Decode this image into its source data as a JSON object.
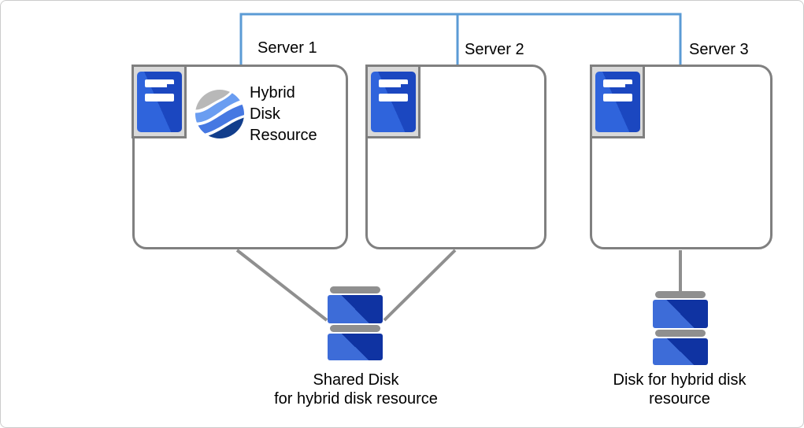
{
  "title": "Hybrid disk resource cluster diagram",
  "colors": {
    "interconnect_blue": "#5b9bd5",
    "box_border_gray": "#808080",
    "connector_gray": "#8f8f8f",
    "server_blue_light": "#2f64dc",
    "server_blue_dark": "#1b47c0",
    "disk_blue_light": "#3d6cd8",
    "disk_blue_dark": "#0f33a2",
    "hybrid_icon_gray": "#b8b8b8",
    "hybrid_icon_light_blue": "#6a9df1",
    "hybrid_icon_mid_blue": "#4678e2",
    "hybrid_icon_navy": "#123e8c"
  },
  "interconnect": {
    "connects": [
      "Server 1",
      "Server 2",
      "Server 3"
    ]
  },
  "servers": [
    {
      "label": "Server 1",
      "icon": "server-icon",
      "resource": {
        "icon": "hybrid-disk-resource-icon",
        "label": "Hybrid\nDisk\nResource"
      }
    },
    {
      "label": "Server 2",
      "icon": "server-icon"
    },
    {
      "label": "Server 3",
      "icon": "server-icon"
    }
  ],
  "disks": [
    {
      "icon": "shared-disk-icon",
      "label": "Shared Disk\nfor hybrid disk resource",
      "connected_to": [
        "Server 1",
        "Server 2"
      ]
    },
    {
      "icon": "disk-icon",
      "label": "Disk for hybrid disk\nresource",
      "connected_to": [
        "Server 3"
      ]
    }
  ]
}
